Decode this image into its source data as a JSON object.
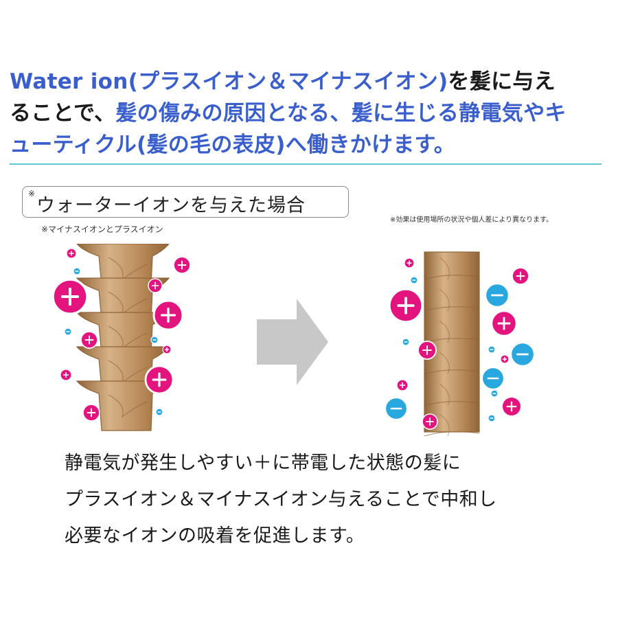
{
  "headline": {
    "line1_blue": "Water ion(プラスイオン＆マイナスイオン)",
    "line1_dark": "を髪に与え",
    "line2_dark": "ることで、",
    "line2_blue": "髪の傷みの原因となる、髪に生じる静電気やキ",
    "line3_blue": "ューティクル(髪の毛の表皮)へ働きかけます。"
  },
  "label_box": {
    "mark": "※",
    "text": "ウォーターイオンを与えた場合"
  },
  "label_note": "※マイナスイオンとプラスイオン",
  "disclaimer": "※効果は使用場所の状況や個人差により異なります。",
  "diagram": {
    "plus_symbol": "+",
    "minus_symbol": "−",
    "colors": {
      "plus": "#e4147f",
      "minus": "#29a8e0",
      "hair_light": "#d6b287",
      "hair_mid": "#b98a58",
      "hair_dark": "#8f6437",
      "arrow": "#c8c8c8"
    }
  },
  "caption": {
    "line1": "静電気が発生しやすい＋に帯電した状態の髪に",
    "line2": "プラスイオン＆マイナスイオン与えることで中和し",
    "line3": "必要なイオンの吸着を促進します。"
  }
}
